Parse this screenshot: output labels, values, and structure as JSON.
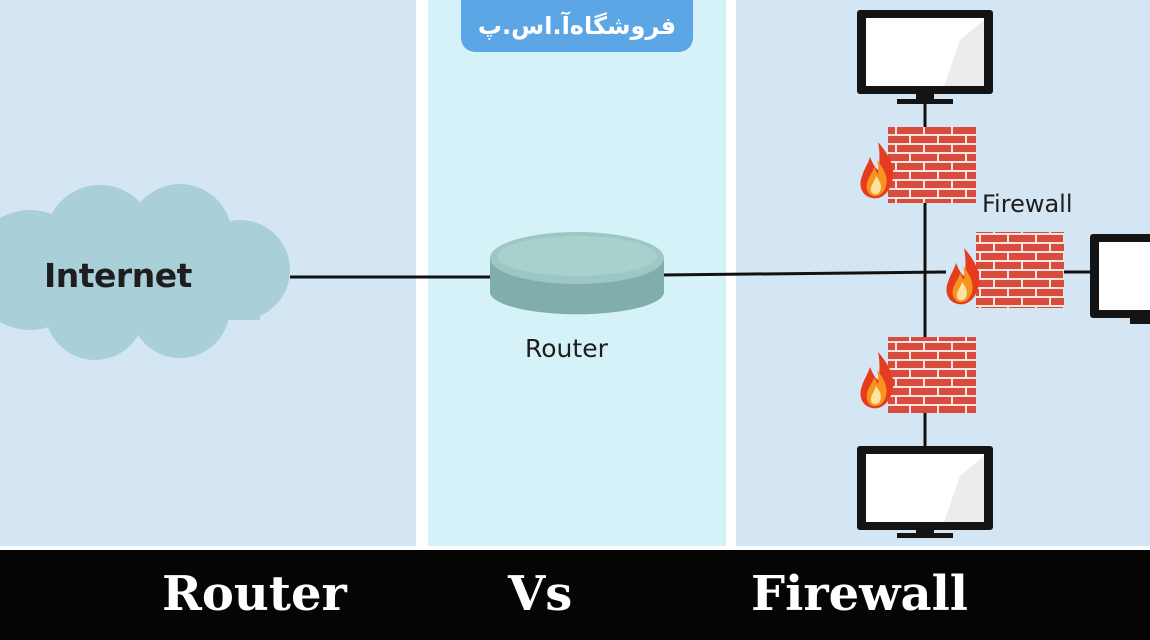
{
  "watermark": {
    "text": "فروشگاه‌آ.اس.پ"
  },
  "diagram": {
    "internet_label": "Internet",
    "router_label": "Router",
    "firewall_label": "Firewall"
  },
  "footer": {
    "left_word": "Router",
    "middle_word": "Vs",
    "right_word": "Firewall"
  },
  "colors": {
    "left_panel": "#d4e6f4",
    "middle_panel": "#d4f2f7",
    "right_panel": "#d4e6f4",
    "cloud": "#a9cfd8",
    "router_body": "#98c2c0",
    "brick": "#d94b3c",
    "flame": "#f7941d",
    "footer_bar": "#050505",
    "badge": "#5da6e6"
  },
  "icons": [
    "cloud-icon",
    "router-icon",
    "firewall-icon",
    "monitor-icon"
  ]
}
